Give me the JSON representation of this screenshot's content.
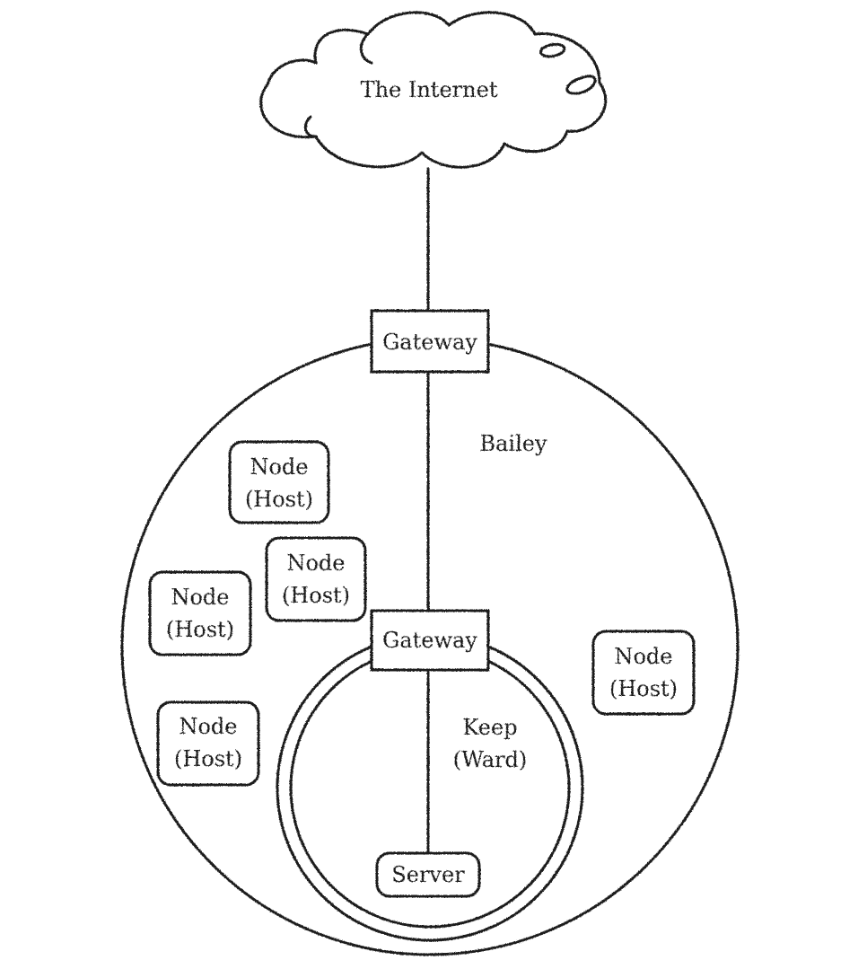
{
  "diagram": {
    "internet": {
      "label": "The Internet"
    },
    "outer_gateway": {
      "label": "Gateway"
    },
    "bailey": {
      "label": "Bailey"
    },
    "inner_gateway": {
      "label": "Gateway"
    },
    "keep": {
      "line1": "Keep",
      "line2": "(Ward)"
    },
    "server": {
      "label": "Server"
    },
    "nodes": [
      {
        "line1": "Node",
        "line2": "(Host)"
      },
      {
        "line1": "Node",
        "line2": "(Host)"
      },
      {
        "line1": "Node",
        "line2": "(Host)"
      },
      {
        "line1": "Node",
        "line2": "(Host)"
      },
      {
        "line1": "Node",
        "line2": "(Host)"
      }
    ]
  }
}
